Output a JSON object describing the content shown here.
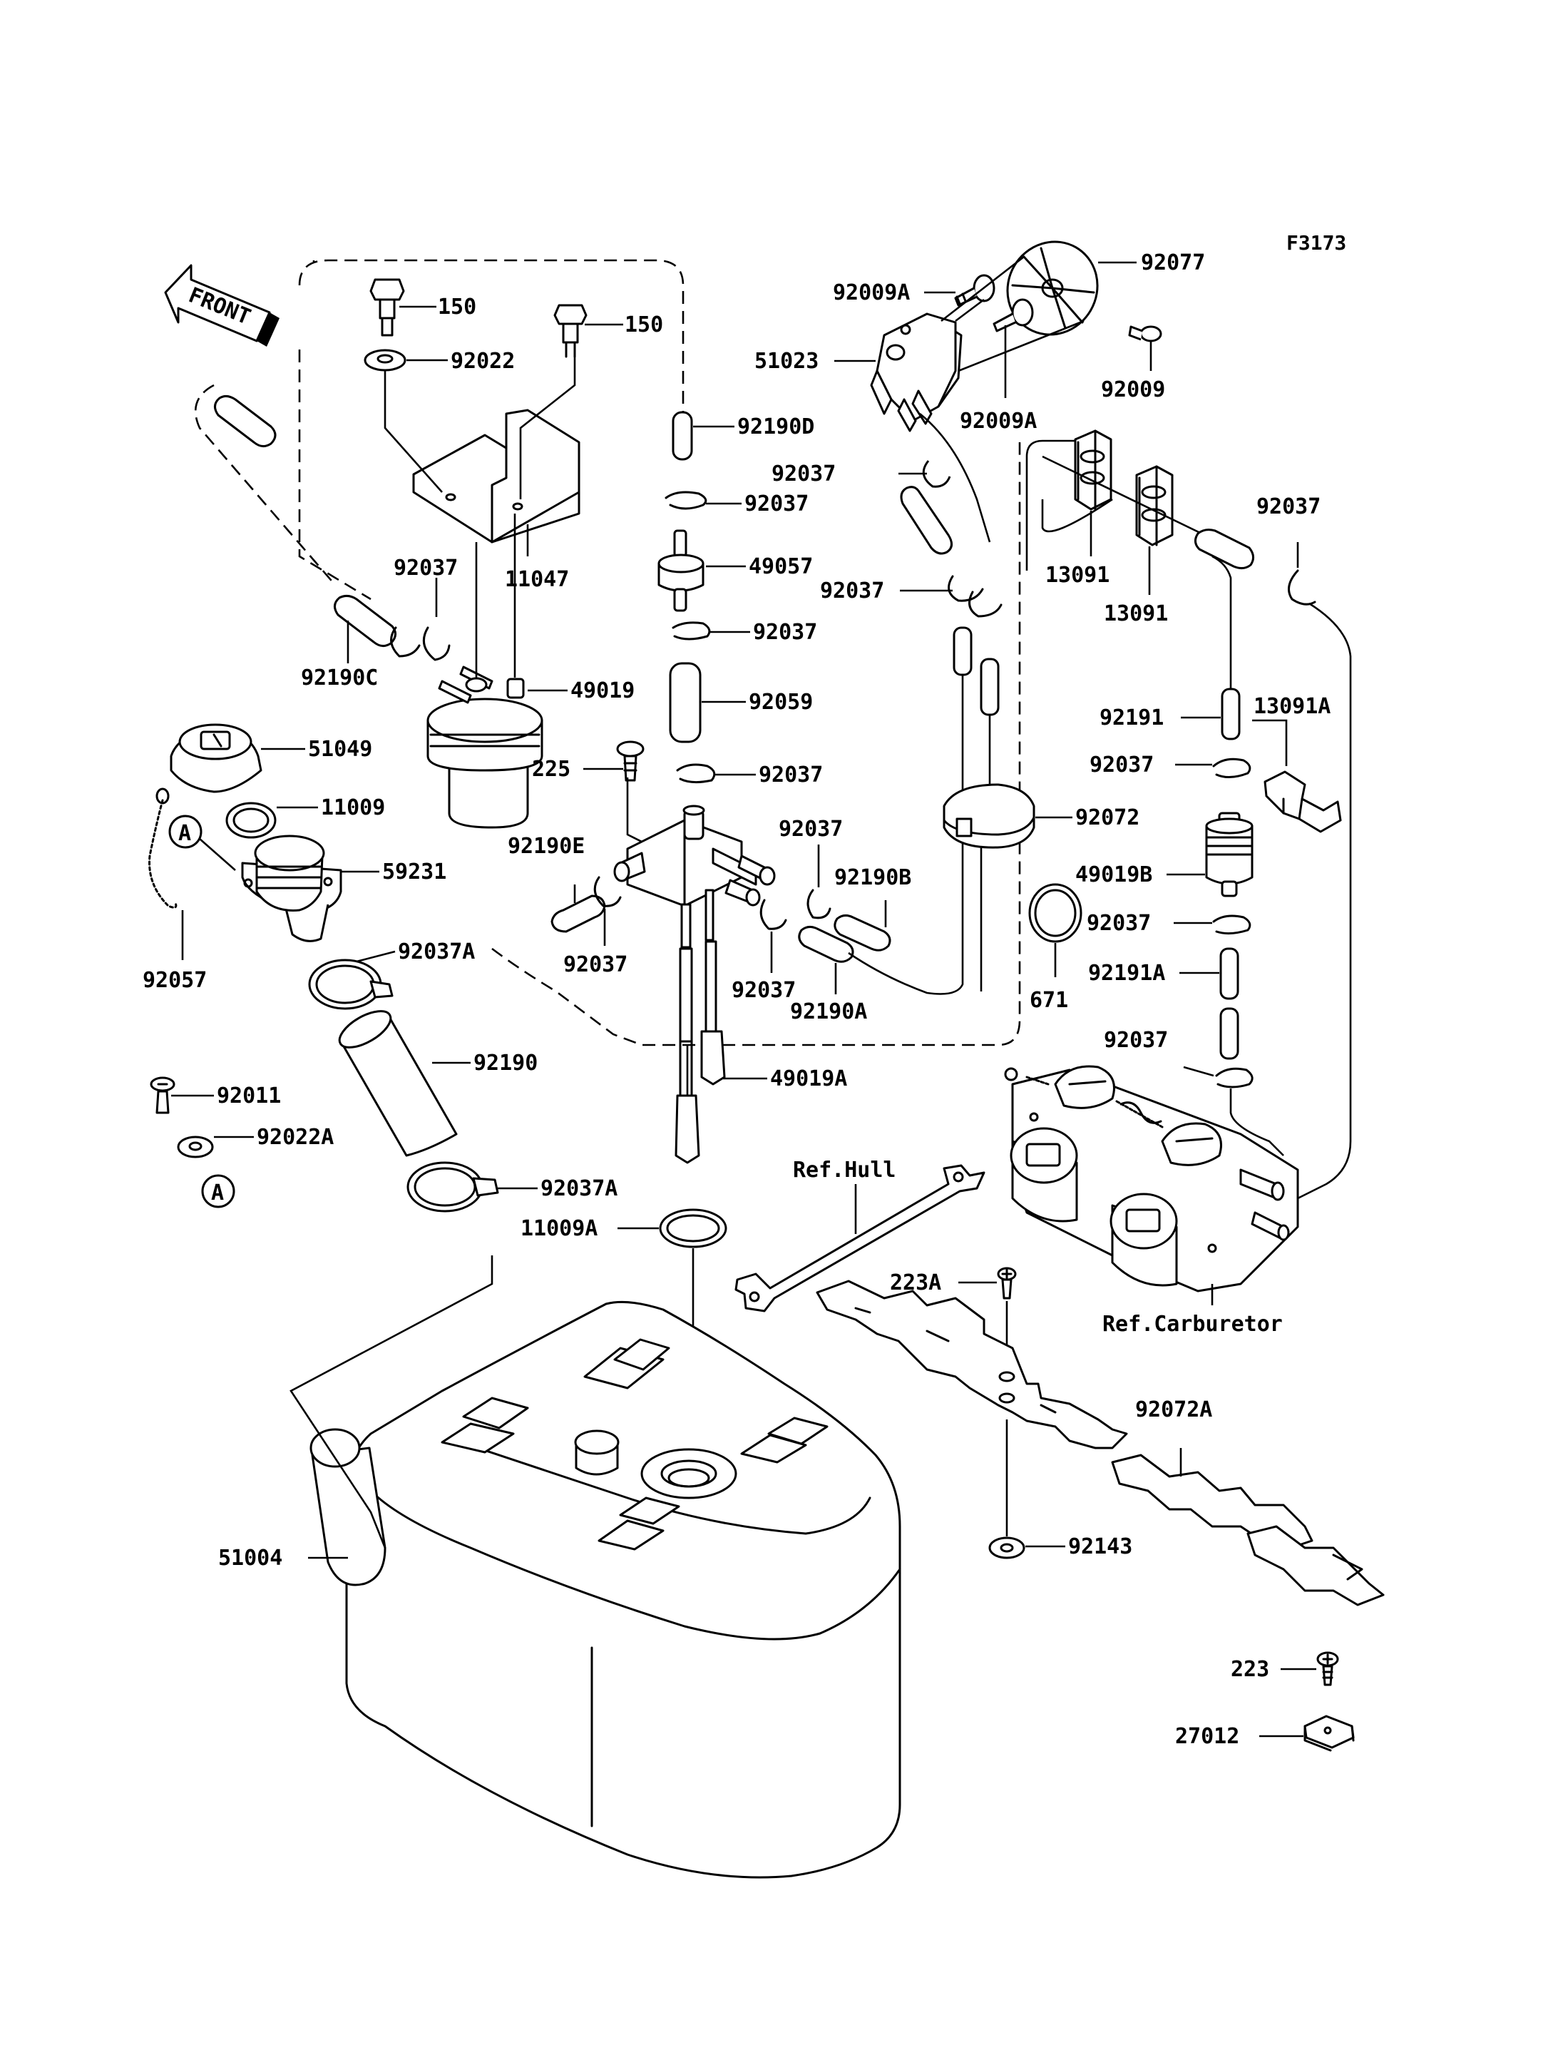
{
  "figure_code": "F3173",
  "front_label": "FRONT",
  "reference_marker": "A",
  "callouts": {
    "c150a": "150",
    "c150b": "150",
    "c92022": "92022",
    "c11047": "11047",
    "c92037_fl": "92037",
    "c92190C": "92190C",
    "c49019": "49019",
    "c51049": "51049",
    "c11009": "11009",
    "c59231": "59231",
    "c92057": "92057",
    "c92037A_1": "92037A",
    "c92190": "92190",
    "c92011": "92011",
    "c92022A": "92022A",
    "c92037A_2": "92037A",
    "c92190D": "92190D",
    "c92037_c1": "92037",
    "c49057": "49057",
    "c92037_c2": "92037",
    "c92059": "92059",
    "c225": "225",
    "c92037_c3": "92037",
    "c92190E": "92190E",
    "c92037_c4": "92037",
    "c92037_c5": "92037",
    "c92037_c6": "92037",
    "c92190B": "92190B",
    "c92190A": "92190A",
    "c49019A": "49019A",
    "c11009A": "11009A",
    "c51004": "51004",
    "c92009A_1": "92009A",
    "c92077": "92077",
    "c51023": "51023",
    "c92009": "92009",
    "c92009A_2": "92009A",
    "c92037_r1": "92037",
    "c92037_r2": "92037",
    "c13091_1": "13091",
    "c13091_2": "13091",
    "c92037_r3": "92037",
    "c92191": "92191",
    "c13091A": "13091A",
    "c92037_r4": "92037",
    "c92072": "92072",
    "c49019B": "49019B",
    "c92037_r5": "92037",
    "c671": "671",
    "c92191A": "92191A",
    "c92037_r6": "92037",
    "c_ref_hull": "Ref.Hull",
    "c223A": "223A",
    "c_ref_carb": "Ref.Carburetor",
    "c92072A": "92072A",
    "c92143": "92143",
    "c223": "223",
    "c27012": "27012"
  }
}
